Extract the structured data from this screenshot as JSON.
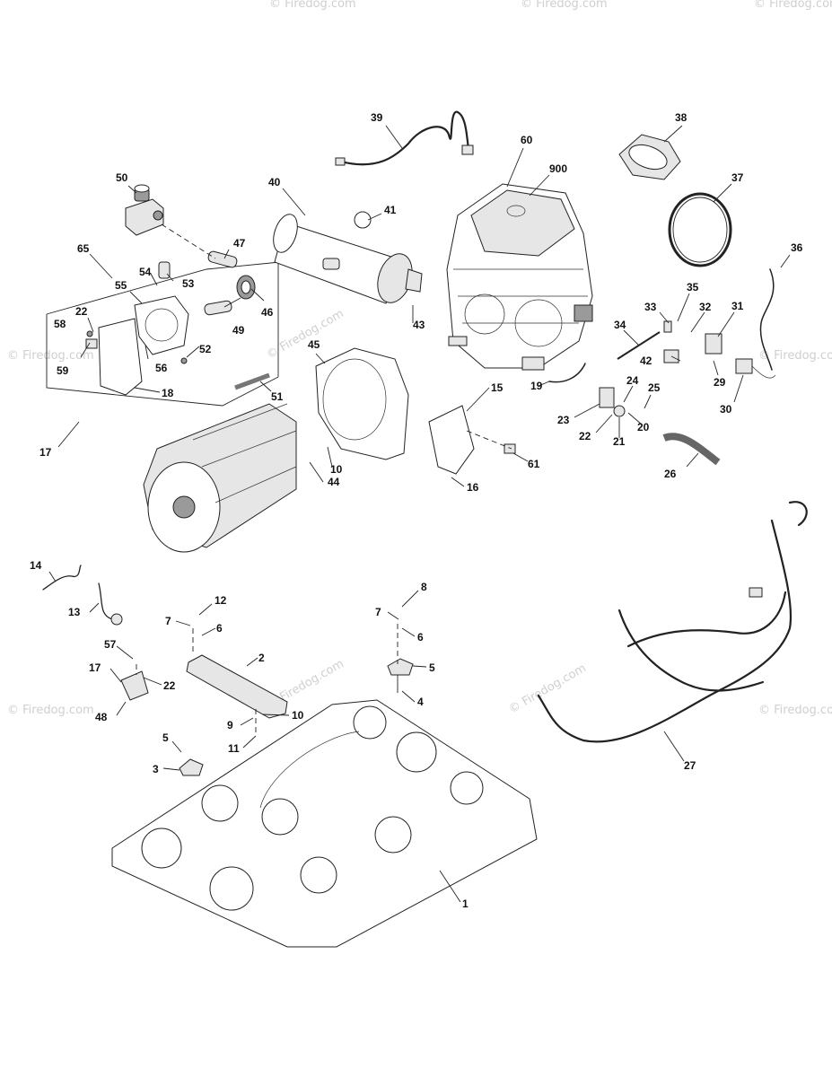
{
  "watermark": "© Firedog.com",
  "callouts": [
    "1",
    "2",
    "3",
    "4",
    "5",
    "6",
    "7",
    "8",
    "9",
    "10",
    "11",
    "12",
    "13",
    "14",
    "15",
    "16",
    "17",
    "18",
    "19",
    "20",
    "21",
    "22",
    "23",
    "24",
    "25",
    "26",
    "27",
    "29",
    "30",
    "31",
    "32",
    "33",
    "34",
    "35",
    "36",
    "37",
    "38",
    "39",
    "40",
    "41",
    "42",
    "43",
    "44",
    "45",
    "46",
    "47",
    "48",
    "49",
    "50",
    "51",
    "52",
    "53",
    "54",
    "55",
    "56",
    "57",
    "58",
    "59",
    "60",
    "61",
    "65",
    "900"
  ]
}
